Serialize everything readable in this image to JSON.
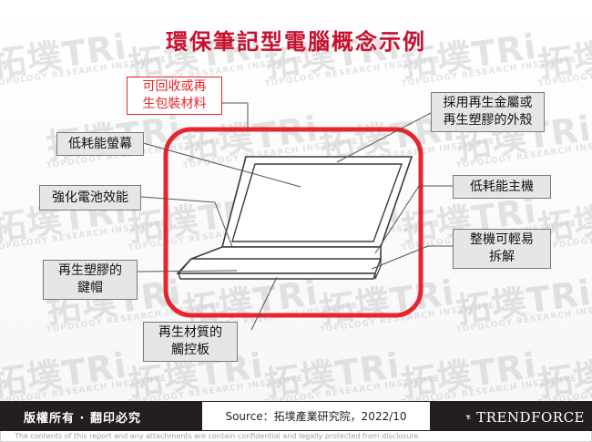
{
  "title": "環保筆記型電腦概念示例",
  "watermark": {
    "brand": "拓墣TRi",
    "subtitle": "TOPOLOGY RESEARCH INSTITUTE"
  },
  "labels": {
    "recyclable_packaging": "可回收或再\n生包裝材料",
    "recycled_metal_casing": "採用再生金屬或\n再生塑膠的外殼",
    "low_power_screen": "低耗能螢幕",
    "low_power_host": "低耗能主機",
    "enhanced_battery": "強化電池效能",
    "easy_disassembly": "整機可輕易\n拆解",
    "recycled_plastic_keycaps": "再生塑膠的\n鍵帽",
    "recycled_touchpad": "再生材質的\n觸控板"
  },
  "colors": {
    "title_red": "#c8102e",
    "highlight_red": "#e8242d",
    "box_fill": "#e6e6e6",
    "footer_dark": "#231f20",
    "trendforce_green": "#2e8b3d"
  },
  "footer": {
    "copyright": "版權所有 · 翻印必究",
    "source": "Source：拓墣產業研究院，2022/10",
    "logo_text": "TRENDFORCE",
    "disclaimer": "The contents of this report and any attachments are contain confidential and legally protected from disclosure."
  }
}
